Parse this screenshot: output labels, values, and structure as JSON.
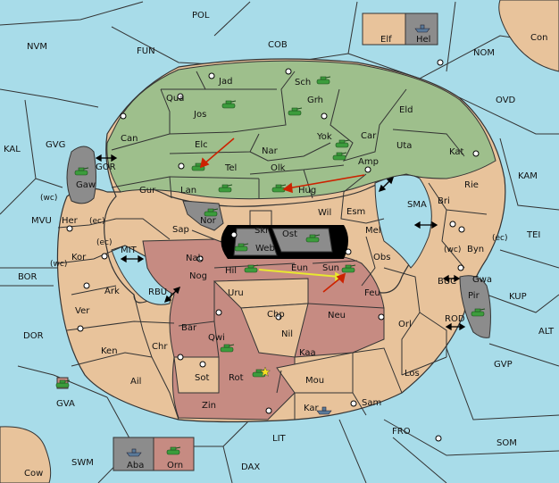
{
  "colors": {
    "sea": "#a8dce9",
    "green": "#9ebf8c",
    "tan": "#e8c39b",
    "red": "#c68b82",
    "grey": "#8c8c8c",
    "border": "#333333",
    "arrow_red": "#cc2200",
    "arrow_yellow": "#e8e830",
    "unit_green": "#3c9c3c"
  },
  "sea_labels": {
    "pol": "POL",
    "nvm": "NVM",
    "fun": "FUN",
    "cob": "COB",
    "nom": "NOM",
    "ovd": "OVD",
    "kal": "KAL",
    "gvg": "GVG",
    "gor": "GOR",
    "kam": "KAM",
    "sma": "SMA",
    "mvu": "MVU",
    "mit": "MIT",
    "tei": "TEI",
    "bor": "BOR",
    "rbu": "RBU",
    "buc": "BUC",
    "kup": "KUP",
    "dor": "DOR",
    "rod": "ROD",
    "alt": "ALT",
    "gvp": "GVP",
    "gva": "GVA",
    "fro": "FRO",
    "som": "SOM",
    "lit": "LIT",
    "swm": "SWM",
    "dax": "DAX"
  },
  "land_labels": {
    "con": "Con",
    "elf": "Elf",
    "hel": "Hel",
    "cow": "Cow",
    "aba": "Aba",
    "orn": "Orn",
    "jad": "Jad",
    "sch": "Sch",
    "qua": "Qua",
    "jos": "Jos",
    "grh": "Grh",
    "eld": "Eld",
    "can": "Can",
    "elc": "Elc",
    "nar": "Nar",
    "yok": "Yok",
    "car": "Car",
    "uta": "Uta",
    "kat": "Kat",
    "tel": "Tel",
    "olk": "Olk",
    "amp": "Amp",
    "gaw": "Gaw",
    "gur": "Gur",
    "lan": "Lan",
    "hug": "Hug",
    "rie": "Rie",
    "bri": "Bri",
    "wil": "Wil",
    "esm": "Esm",
    "her": "Her",
    "nor": "Nor",
    "skr": "Skr",
    "mel": "Mel",
    "sap": "Sap",
    "ost": "Ost",
    "web": "Web",
    "byn": "Byn",
    "kor": "Kor",
    "nab": "Nab",
    "obs": "Obs",
    "eun": "Eun",
    "sun": "Sun",
    "hil": "Hil",
    "gwa": "Gwa",
    "nog": "Nog",
    "ark": "Ark",
    "pir": "Pir",
    "uru": "Uru",
    "feu": "Feu",
    "chp": "Chp",
    "neu": "Neu",
    "ver": "Ver",
    "orl": "Orl",
    "bar": "Bar",
    "nil": "Nil",
    "qwi": "Qwi",
    "ken": "Ken",
    "chr": "Chr",
    "kaa": "Kaa",
    "los": "Los",
    "ail": "Ail",
    "sot": "Sot",
    "rot": "Rot",
    "mou": "Mou",
    "zin": "Zin",
    "sam": "Sam",
    "kar": "Kar"
  },
  "coast_tags": {
    "wc_gaw": "(wc)",
    "ec_her": "(ec)",
    "ec_kor": "(ec)",
    "wc_kor": "(wc)",
    "wc_byn": "(wc)",
    "ec_byn": "(ec)"
  },
  "orders": [
    {
      "from": "Elc",
      "to": "Tel",
      "color": "red"
    },
    {
      "from": "Amp",
      "to": "Hug",
      "color": "red"
    },
    {
      "from": "Hil",
      "to": "Sun",
      "color": "yellow"
    },
    {
      "from": "Feu",
      "to": "Sun",
      "color": "red"
    }
  ]
}
